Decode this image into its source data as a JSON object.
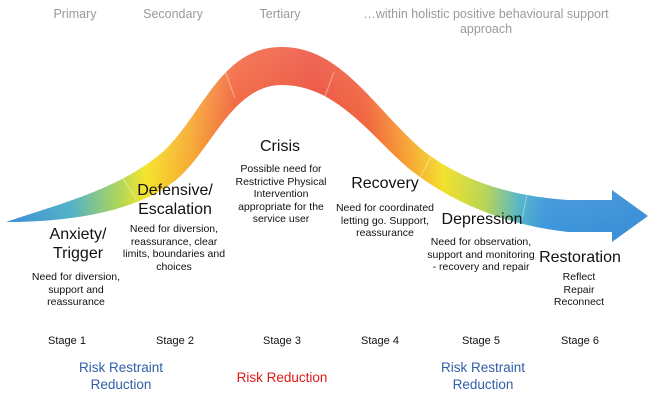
{
  "headers": {
    "primary": "Primary",
    "secondary": "Secondary",
    "tertiary": "Tertiary",
    "holistic": "…within holistic positive behavioural support approach"
  },
  "phases": [
    {
      "title": "Anxiety/ Trigger",
      "desc": "Need for diversion, support and reassurance",
      "stage": "Stage 1"
    },
    {
      "title": "Defensive/ Escalation",
      "desc": "Need for diversion, reassurance, clear limits, boundaries and choices",
      "stage": "Stage 2"
    },
    {
      "title": "Crisis",
      "desc": "Possible need for Restrictive Physical Intervention appropriate for the service user",
      "stage": "Stage 3"
    },
    {
      "title": "Recovery",
      "desc": "Need for coordinated letting go. Support, reassurance",
      "stage": "Stage 4"
    },
    {
      "title": "Depression",
      "desc": "Need for observation, support and monitoring - recovery and repair",
      "stage": "Stage 5"
    },
    {
      "title": "Restoration",
      "desc": "Reflect Repair Reconnect",
      "stage": "Stage 6"
    }
  ],
  "footer": {
    "left": "Risk Restraint Reduction",
    "center": "Risk Reduction",
    "right": "Risk Restraint Reduction"
  },
  "colors": {
    "blue_text": "#2f5fa8",
    "red_text": "#e01818",
    "header_text": "#9a9a9a",
    "curve_blue": "#3a8fd6",
    "curve_yellow": "#f4e21c",
    "curve_red": "#e9301a"
  }
}
